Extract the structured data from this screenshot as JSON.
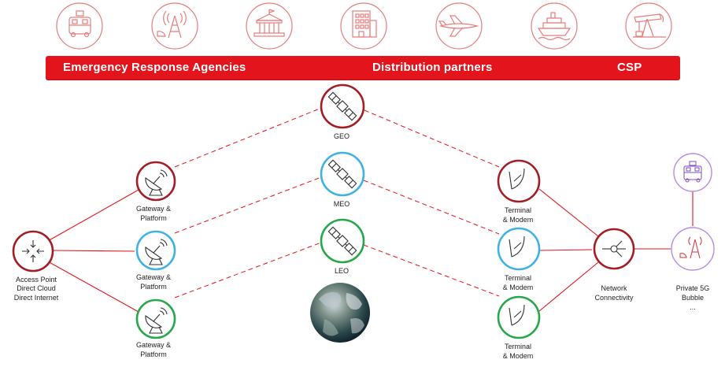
{
  "banner": {
    "left_label": "Emergency Response Agencies",
    "center_label": "Distribution partners",
    "right_label": "CSP"
  },
  "top_icons": [
    "ambulance-icon",
    "antenna-tower-icon",
    "government-building-icon",
    "office-building-icon",
    "airplane-icon",
    "cruise-ship-icon",
    "oil-pump-icon"
  ],
  "nodes": {
    "access_point": [
      "Access Point",
      "Direct Cloud",
      "Direct Internet"
    ],
    "gateway_1": [
      "Gateway &",
      "Platform"
    ],
    "gateway_2": [
      "Gateway &",
      "Platform"
    ],
    "gateway_3": [
      "Gateway &",
      "Platform"
    ],
    "geo": "GEO",
    "meo": "MEO",
    "leo": "LEO",
    "terminal_1": [
      "Terminal",
      "& Modem"
    ],
    "terminal_2": [
      "Terminal",
      "& Modem"
    ],
    "terminal_3": [
      "Terminal",
      "& Modem"
    ],
    "network": [
      "Network",
      "Connectivity"
    ],
    "private_5g": [
      "Private 5G",
      "Bubble",
      "..."
    ]
  },
  "colors": {
    "red": "#e3141b",
    "dark_red": "#a31d24",
    "blue": "#3fb1e5",
    "green": "#24a84a",
    "purple": "#b48ee0",
    "icon_light": "#ea8d8d"
  }
}
